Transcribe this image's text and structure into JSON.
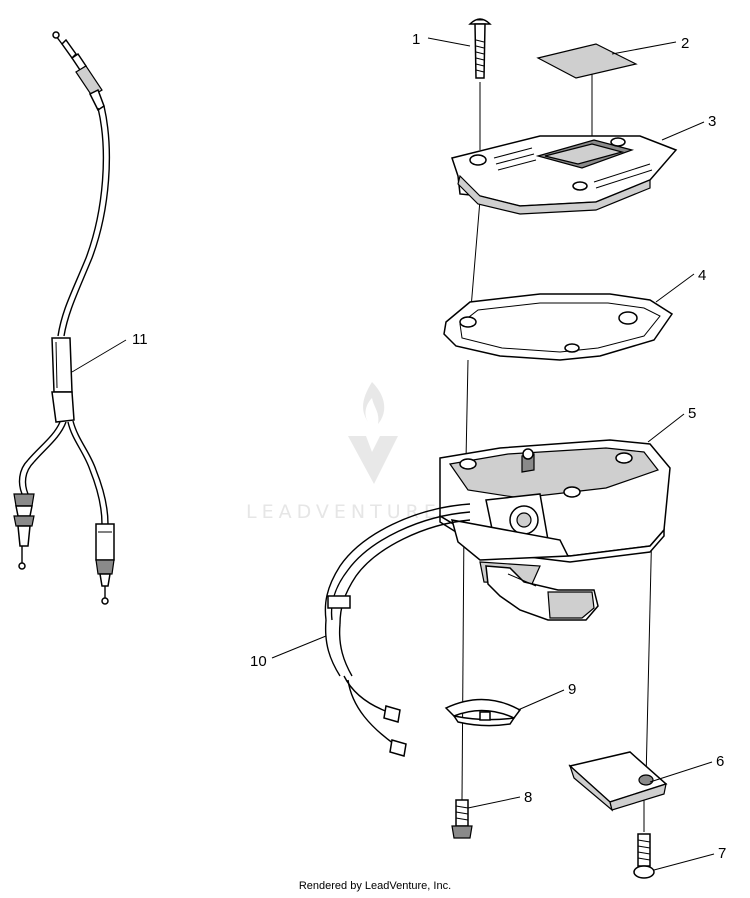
{
  "callouts": [
    {
      "id": "1",
      "label": "1"
    },
    {
      "id": "2",
      "label": "2"
    },
    {
      "id": "3",
      "label": "3"
    },
    {
      "id": "4",
      "label": "4"
    },
    {
      "id": "5",
      "label": "5"
    },
    {
      "id": "6",
      "label": "6"
    },
    {
      "id": "7",
      "label": "7"
    },
    {
      "id": "8",
      "label": "8"
    },
    {
      "id": "9",
      "label": "9"
    },
    {
      "id": "10",
      "label": "10"
    },
    {
      "id": "11",
      "label": "11"
    }
  ],
  "watermark": {
    "text": "LEADVENTURE"
  },
  "footer": {
    "text": "Rendered by LeadVenture, Inc."
  }
}
